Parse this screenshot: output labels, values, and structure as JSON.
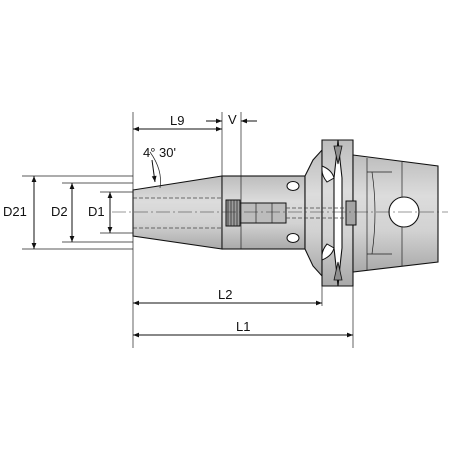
{
  "diagram": {
    "labels": {
      "d21": "D21",
      "d2": "D2",
      "d1": "D1",
      "l9": "L9",
      "v": "V",
      "angle": "4° 30'",
      "l2": "L2",
      "l1": "L1"
    },
    "colors": {
      "body_fill": "#d4d4d4",
      "body_shade": "#a8a8a8",
      "line": "#111111",
      "background": "#ffffff"
    }
  }
}
